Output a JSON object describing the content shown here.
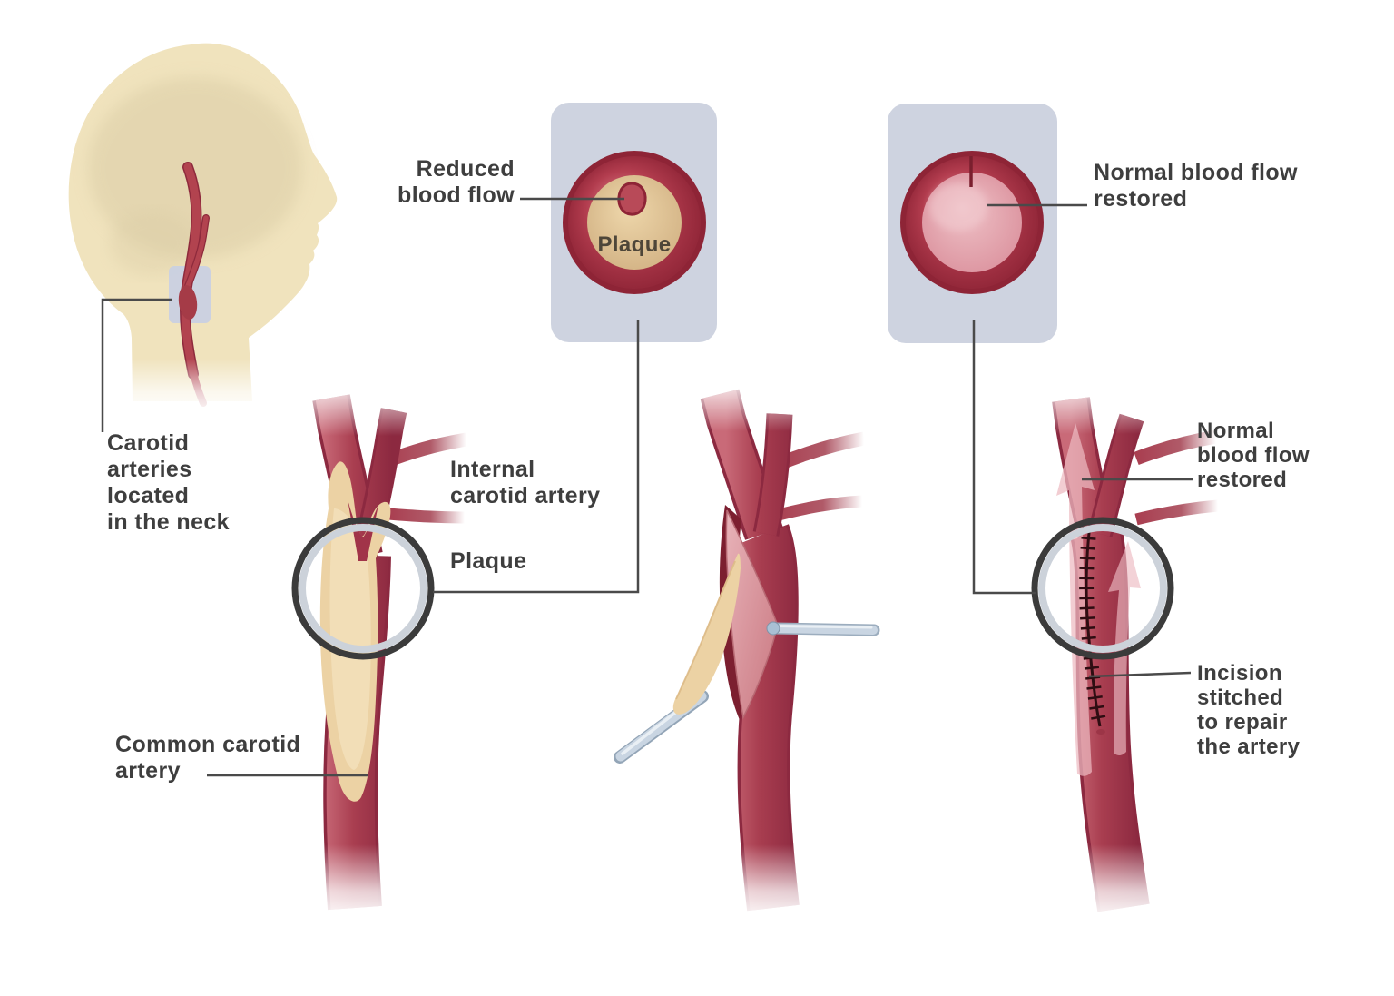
{
  "labels": {
    "head_location": {
      "lines": [
        "Carotid",
        "arteries",
        "located",
        "in the neck"
      ]
    },
    "reduced_flow": {
      "lines": [
        "Reduced",
        "blood flow"
      ]
    },
    "plaque_section": "Plaque",
    "restored_flow_top": {
      "lines": [
        "Normal blood flow",
        "restored"
      ]
    },
    "internal_carotid": {
      "lines": [
        "Internal",
        "carotid artery"
      ]
    },
    "plaque_artery": "Plaque",
    "common_carotid": {
      "lines": [
        "Common carotid",
        "artery"
      ]
    },
    "restored_flow_side": {
      "lines": [
        "Normal",
        "blood flow",
        "restored"
      ]
    },
    "incision_stitched": {
      "lines": [
        "Incision",
        "stitched",
        "to repair",
        "the artery"
      ]
    }
  },
  "colors": {
    "background": "#ffffff",
    "label_text": "#3e3e3e",
    "leader_line": "#4a4a4a",
    "artery_light": "#c96a78",
    "artery_red": "#a93e50",
    "artery_dark": "#8c2940",
    "artery_edge_dark": "#7c1f30",
    "crotch_red": "#a13449",
    "plaque_tan": "#ecd2a4",
    "plaque_tan_light": "#f6e5c2",
    "plaque_tan_deep": "#d3b385",
    "skin": "#f0e3bd",
    "brain_shade": "#d9cba4",
    "panel_gray": "#ced3e0",
    "ring_dark": "#8e2436",
    "ring_mid": "#b23c4e",
    "ring_light": "#d4707c",
    "lumen_red": "#b84a58",
    "inner_pink": "#db919d",
    "inner_pink_light": "#efc3c8",
    "flow_arrow_pink": "#edbac1",
    "magnifier_dark": "#3b3b3b",
    "magnifier_silver": "#ccd2da",
    "instrument_light": "#edf2f7",
    "instrument_mid": "#c9d5e2",
    "instrument_dark": "#9cadbe",
    "flap_pink": "#d98b95",
    "stitch_dark": "#2e0d12",
    "plaque_text": "#4e4639"
  }
}
